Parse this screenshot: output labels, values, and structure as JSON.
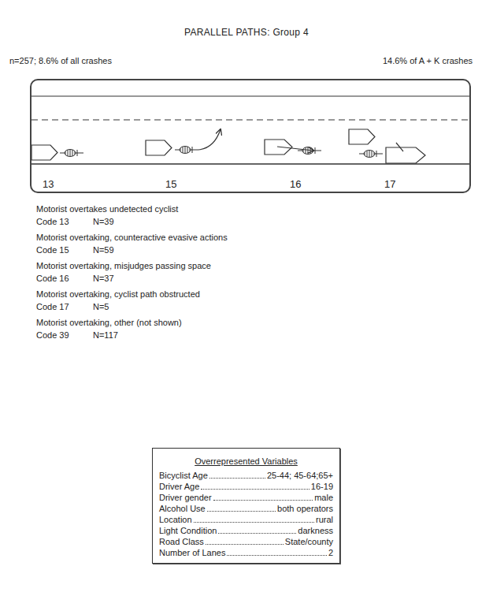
{
  "diagram": {
    "title": "PARALLEL PATHS: Group 4",
    "nodes": [
      {
        "text": [
          "13",
          "15",
          "16",
          "17"
        ]
      },
      {
        "text": [
          "Overrepresented Variables",
          "Bicyclist Age",
          "25-44; 45-64;65+",
          "Driver Age",
          "16-19",
          "Driver gender",
          "male",
          "Alcohol Use",
          "both operators",
          "Location",
          "rural",
          "Light Condition",
          "darkness",
          "Road Class",
          "State/county",
          "Number of Lanes",
          "2"
        ]
      }
    ],
    "labels": [
      "n=257; 8.6% of all crashes",
      "14.6% of A + K crashes",
      "Motorist overtakes undetected cyclist",
      "Code 13",
      "N=39",
      "Motorist overtaking, counteractive evasive actions",
      "Code 15",
      "N=59",
      "Motorist overtaking, misjudges passing space",
      "Code 16",
      "N=37",
      "Motorist overtaking, cyclist path obstructed",
      "Code 17",
      "N=5",
      "Motorist overtaking, other (not shown)",
      "Code 39",
      "N=117"
    ]
  }
}
